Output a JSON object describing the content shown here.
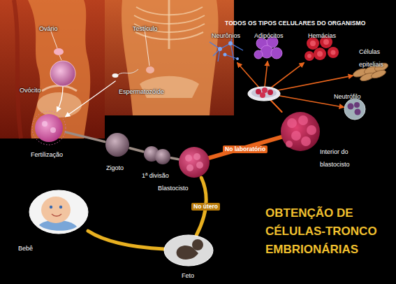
{
  "diagram": {
    "title": "OBTENÇÃO DE CÉLULAS-TRONCO EMBRIONÁRIAS",
    "nodes": [
      {
        "text": [
          "Ovócito"
        ]
      },
      {
        "text": [
          "Espermatozóide"
        ]
      },
      {
        "text": [
          "Fertilização"
        ]
      },
      {
        "text": [
          "Zigoto"
        ]
      },
      {
        "text": [
          "1ª divisão"
        ]
      },
      {
        "text": [
          "Blastocisto"
        ]
      },
      {
        "text": [
          "Interior do blastocisto"
        ]
      },
      {
        "text": [
          "Neurônios"
        ]
      },
      {
        "text": [
          "Adipócitos"
        ]
      },
      {
        "text": [
          "Hemácias"
        ]
      },
      {
        "text": [
          "Células epiteliais"
        ]
      },
      {
        "text": [
          "Neutrófilo"
        ]
      },
      {
        "text": [
          "Feto"
        ]
      },
      {
        "text": [
          "Bebê"
        ]
      }
    ],
    "edges": [
      {
        "from": 0,
        "to": 2,
        "arrow": "to"
      },
      {
        "from": 1,
        "to": 2,
        "arrow": "to"
      },
      {
        "from": 2,
        "to": 3,
        "arrow": "none"
      },
      {
        "from": 3,
        "to": 4,
        "arrow": "none"
      },
      {
        "from": 4,
        "to": 5,
        "arrow": "none"
      },
      {
        "from": 5,
        "to": 6,
        "label": "No laboratório",
        "arrow": "none"
      },
      {
        "from": 5,
        "to": 12,
        "label": "No útero",
        "arrow": "none"
      },
      {
        "from": 12,
        "to": 13,
        "arrow": "none"
      },
      {
        "from": 6,
        "to": 7,
        "arrow": "to"
      },
      {
        "from": 6,
        "to": 8,
        "arrow": "to"
      },
      {
        "from": 6,
        "to": 9,
        "arrow": "to"
      },
      {
        "from": 6,
        "to": 10,
        "arrow": "to"
      },
      {
        "from": 6,
        "to": 11,
        "arrow": "to"
      }
    ],
    "labels": [
      "TODOS OS TIPOS CELULARES DO ORGANISMO",
      "Ovário",
      "Testículo"
    ]
  }
}
